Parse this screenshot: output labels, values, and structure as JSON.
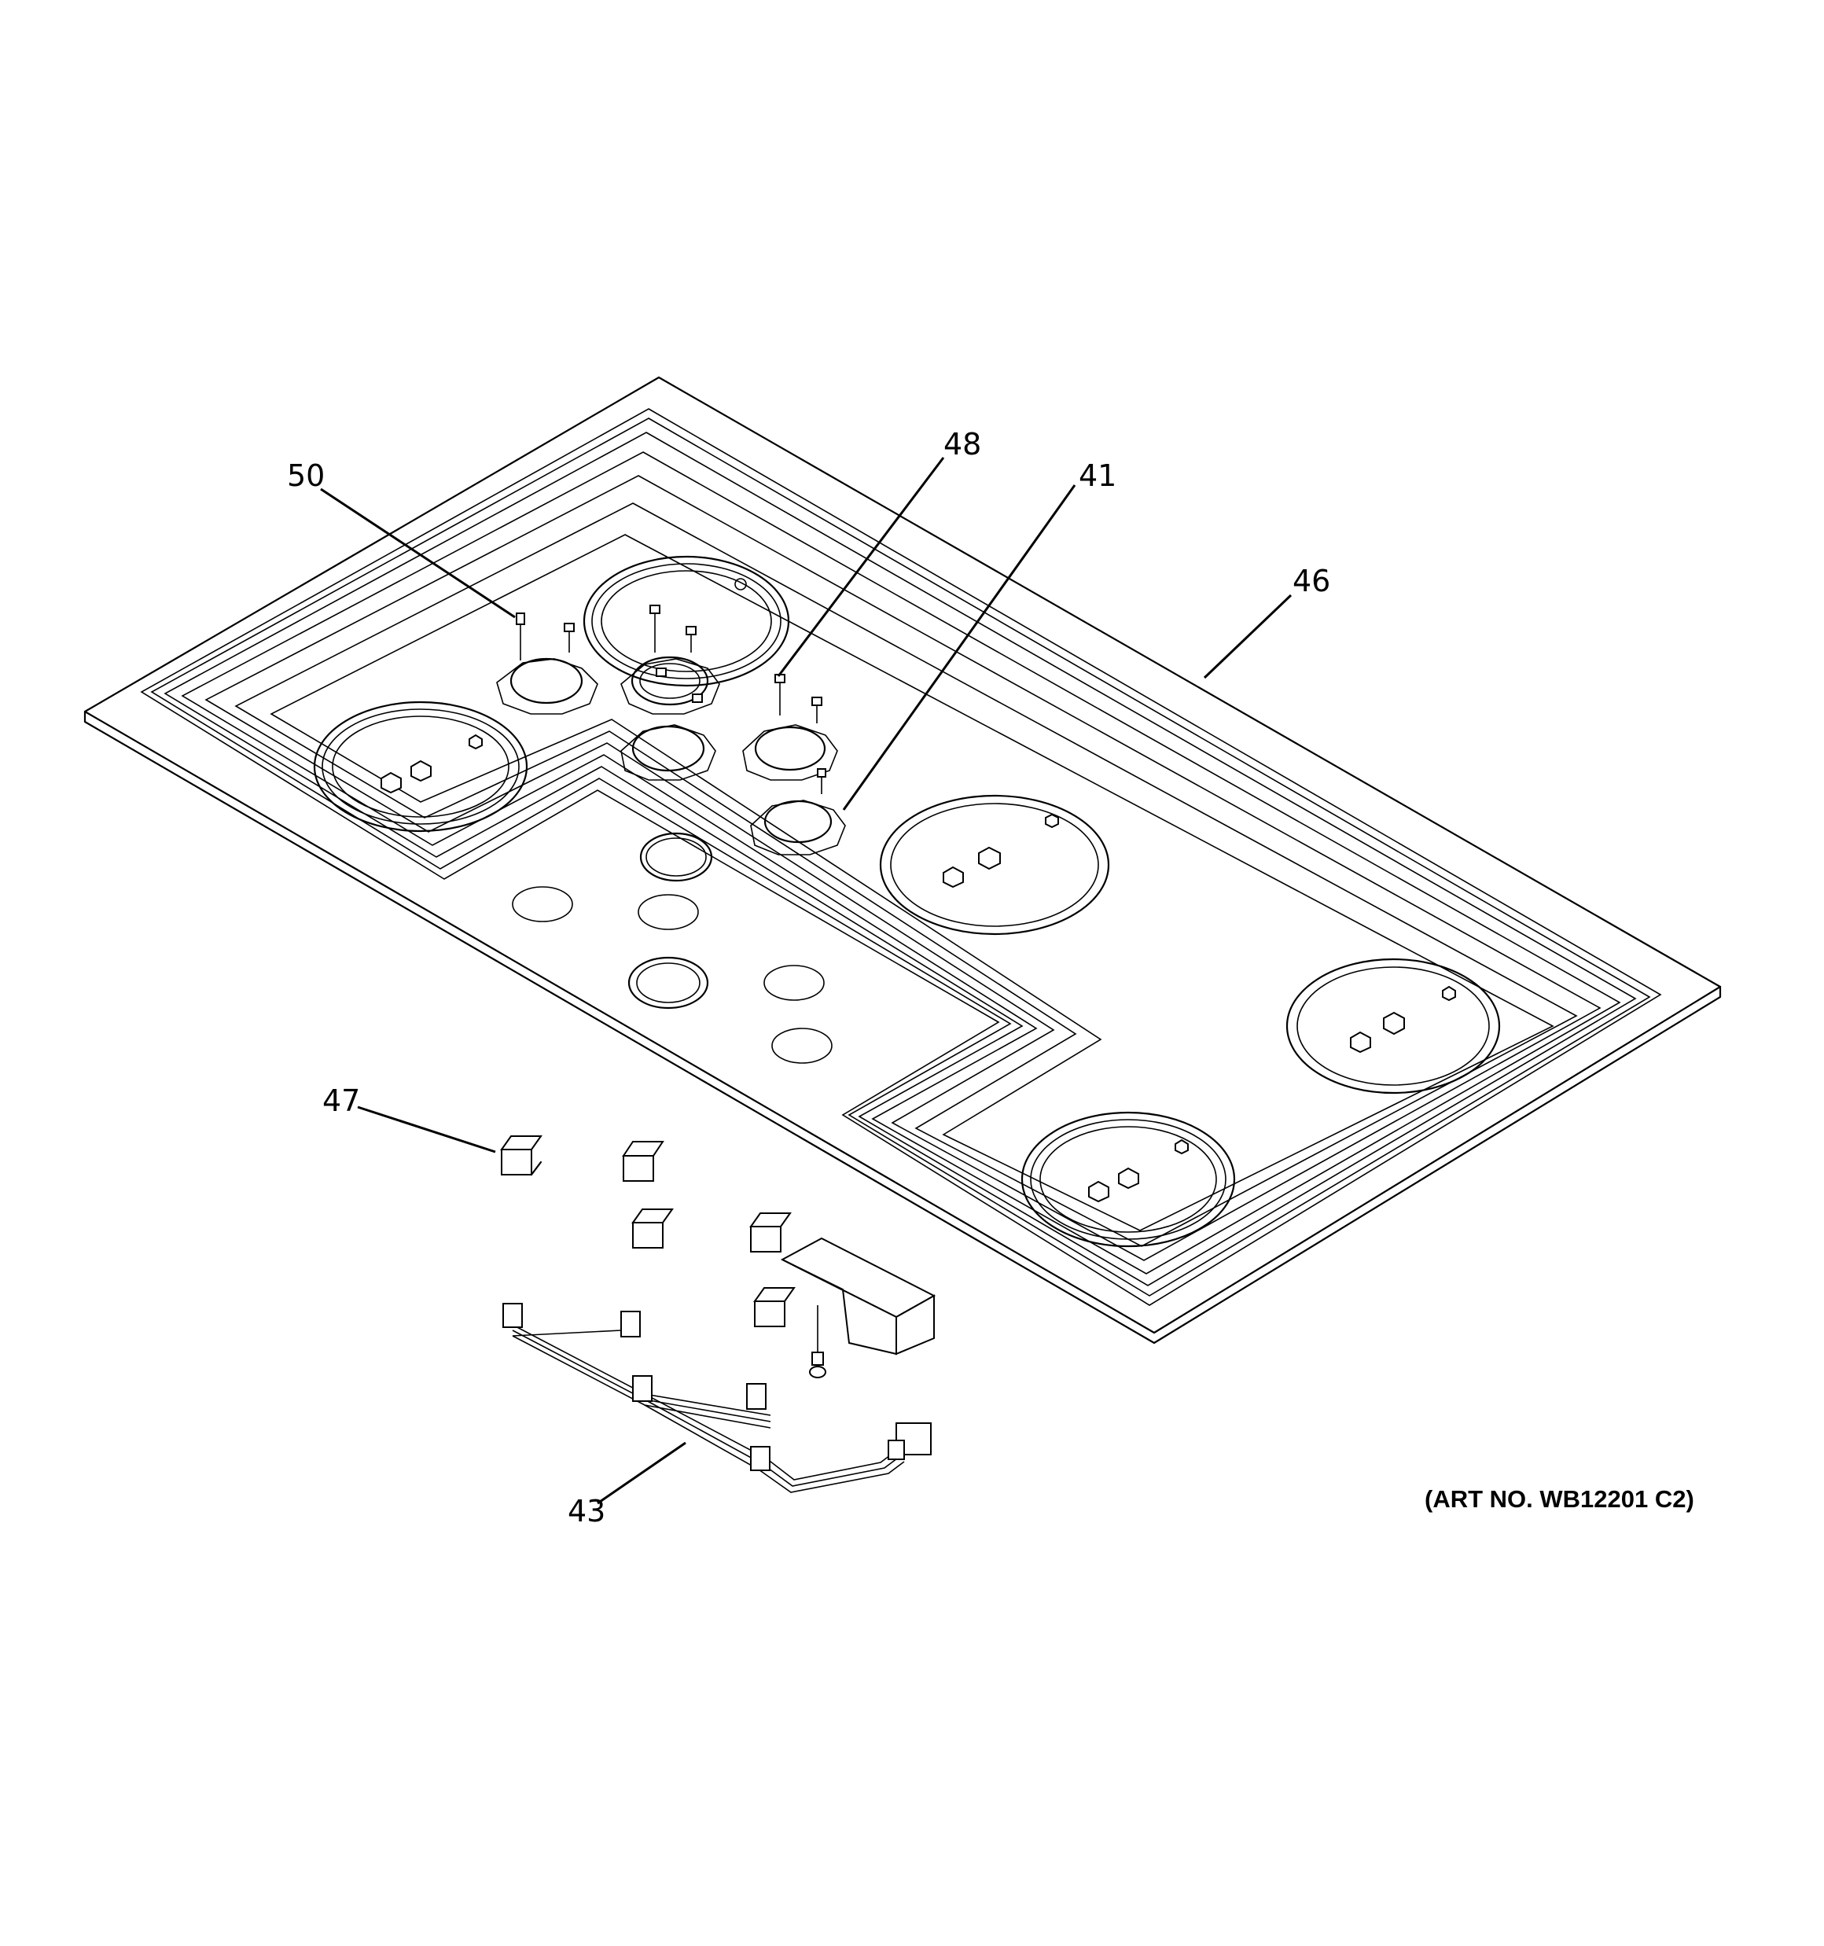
{
  "callouts": {
    "c50": "50",
    "c48": "48",
    "c41": "41",
    "c46": "46",
    "c47": "47",
    "c43": "43"
  },
  "art_number": "(ART NO. WB12201 C2)"
}
